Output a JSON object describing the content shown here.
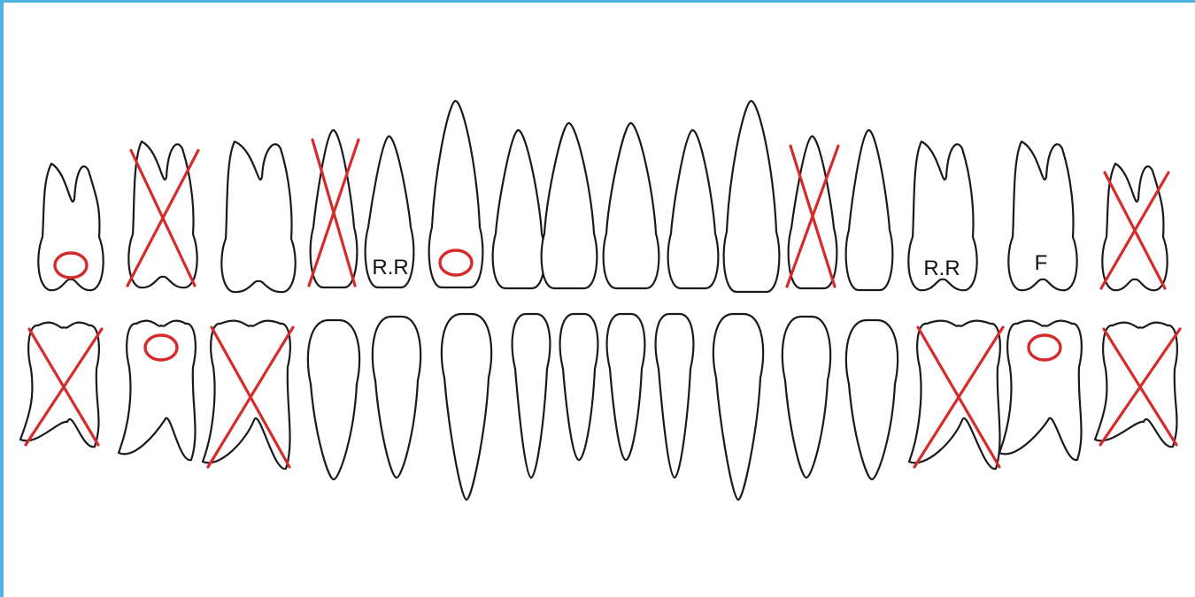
{
  "colors": {
    "mark": "#d62b2b",
    "outline": "#1a1a1a",
    "frame": "#4fb3e3"
  },
  "labels": {
    "rr_1": "R.R",
    "rr_2": "R.R",
    "f": "F"
  },
  "upper_teeth": [
    {
      "type": "molar",
      "mark": "O"
    },
    {
      "type": "molar",
      "mark": "X"
    },
    {
      "type": "molar",
      "mark": ""
    },
    {
      "type": "premolar",
      "mark": "X"
    },
    {
      "type": "premolar",
      "mark": "R.R"
    },
    {
      "type": "canine",
      "mark": "O"
    },
    {
      "type": "incisor",
      "mark": ""
    },
    {
      "type": "incisor",
      "mark": ""
    },
    {
      "type": "incisor",
      "mark": ""
    },
    {
      "type": "incisor",
      "mark": ""
    },
    {
      "type": "canine",
      "mark": ""
    },
    {
      "type": "premolar",
      "mark": "X"
    },
    {
      "type": "premolar",
      "mark": ""
    },
    {
      "type": "molar",
      "mark": "R.R"
    },
    {
      "type": "molar",
      "mark": "F"
    },
    {
      "type": "molar",
      "mark": "X"
    }
  ],
  "lower_teeth": [
    {
      "type": "molar",
      "mark": "X"
    },
    {
      "type": "molar",
      "mark": "O"
    },
    {
      "type": "molar",
      "mark": "X"
    },
    {
      "type": "premolar",
      "mark": ""
    },
    {
      "type": "premolar",
      "mark": ""
    },
    {
      "type": "canine",
      "mark": ""
    },
    {
      "type": "incisor",
      "mark": ""
    },
    {
      "type": "incisor",
      "mark": ""
    },
    {
      "type": "incisor",
      "mark": ""
    },
    {
      "type": "incisor",
      "mark": ""
    },
    {
      "type": "canine",
      "mark": ""
    },
    {
      "type": "premolar",
      "mark": ""
    },
    {
      "type": "premolar",
      "mark": ""
    },
    {
      "type": "molar",
      "mark": "X"
    },
    {
      "type": "molar",
      "mark": "O"
    },
    {
      "type": "molar",
      "mark": "X"
    }
  ]
}
